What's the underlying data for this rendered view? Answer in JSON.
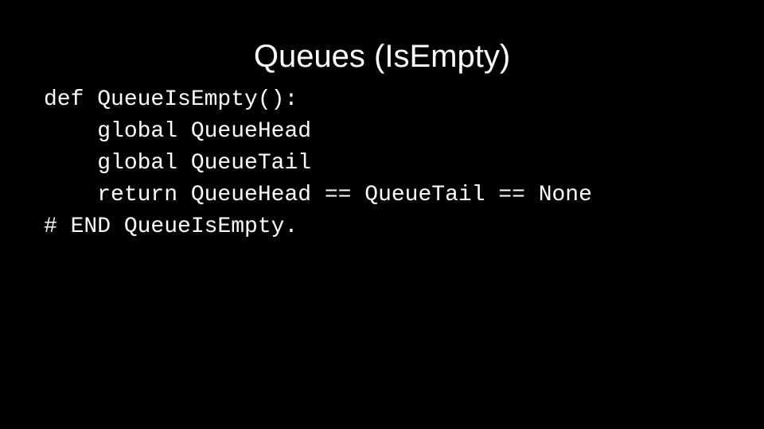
{
  "slide": {
    "title": "Queues (IsEmpty)",
    "code": {
      "lines": [
        "def QueueIsEmpty():",
        "    global QueueHead",
        "    global QueueTail",
        "    return QueueHead == QueueTail == None",
        "# END QueueIsEmpty."
      ]
    },
    "colors": {
      "background": "#000000",
      "text": "#ffffff"
    }
  }
}
